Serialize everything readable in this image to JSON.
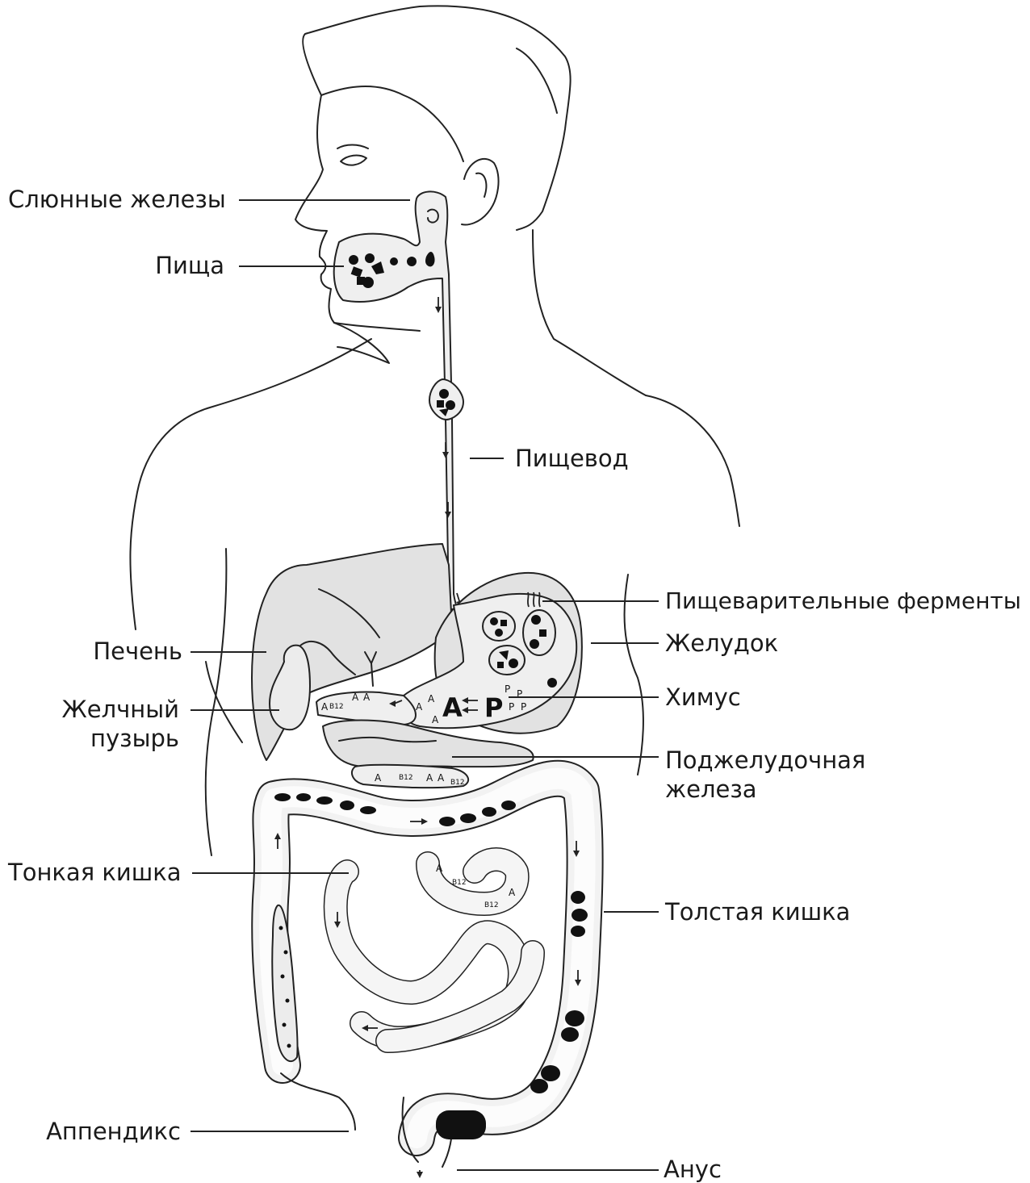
{
  "labels": {
    "salivary_glands": "Слюнные железы",
    "food": "Пища",
    "esophagus": "Пищевод",
    "digestive_enzymes": "Пищеварительные ферменты",
    "stomach": "Желудок",
    "liver": "Печень",
    "chyme": "Химус",
    "gallbladder_line1": "Желчный",
    "gallbladder_line2": "пузырь",
    "pancreas_line1": "Поджелудочная",
    "pancreas_line2": "железа",
    "small_intestine": "Тонкая кишка",
    "large_intestine": "Толстая кишка",
    "appendix": "Аппендикс",
    "anus": "Анус"
  },
  "markers": {
    "amylase": "A",
    "protease": "P",
    "b12": "B12"
  },
  "colors": {
    "organ_fill": "#e2e2e2",
    "outline": "#222222",
    "food_particles": "#111111"
  }
}
